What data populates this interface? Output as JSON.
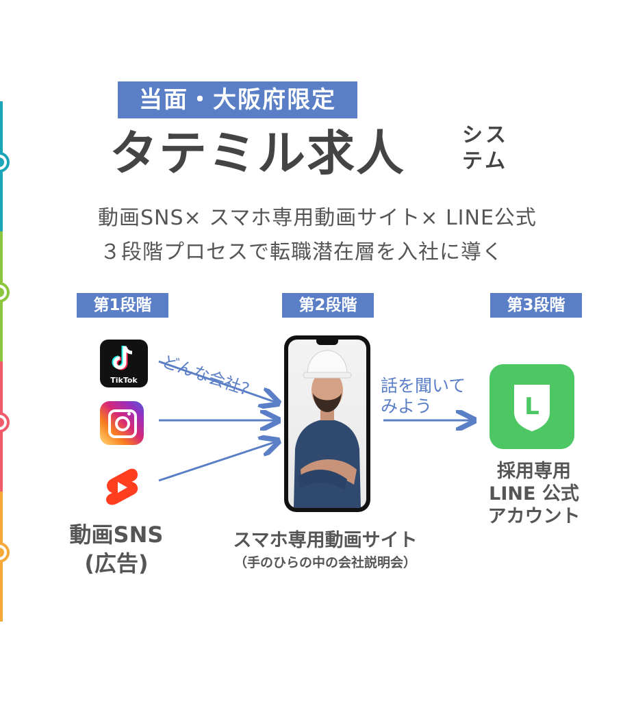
{
  "badge": "当面・大阪府限定",
  "title": "タテミル求人",
  "title_suffix_1": "シス",
  "title_suffix_2": "テム",
  "lead_line_1": "動画SNS× スマホ専用動画サイト× LINE公式",
  "lead_line_2": "３段階プロセスで転職潜在層を入社に導く",
  "stages": [
    {
      "label": "第1段階"
    },
    {
      "label": "第2段階"
    },
    {
      "label": "第3段階"
    }
  ],
  "tiktok_label": "TikTok",
  "arrow_note_1": "どんな会社？",
  "arrow_note_2a": "話を聞いて",
  "arrow_note_2b": "みよう",
  "line_icon_letter": "L",
  "caption_sns_1": "動画SNS",
  "caption_sns_2": "(広告)",
  "caption_site_1": "スマホ専用動画サイト",
  "caption_site_2": "（手のひらの中の会社説明会）",
  "caption_line_1": "採用専用",
  "caption_line_2": "LINE 公式",
  "caption_line_3": "アカウント",
  "colors": {
    "accent": "#5a7fc7",
    "teal": "#1aa5b8",
    "green": "#8cc63f",
    "red": "#ef5b6b",
    "orange": "#f4a938",
    "line_green": "#4cc764"
  }
}
